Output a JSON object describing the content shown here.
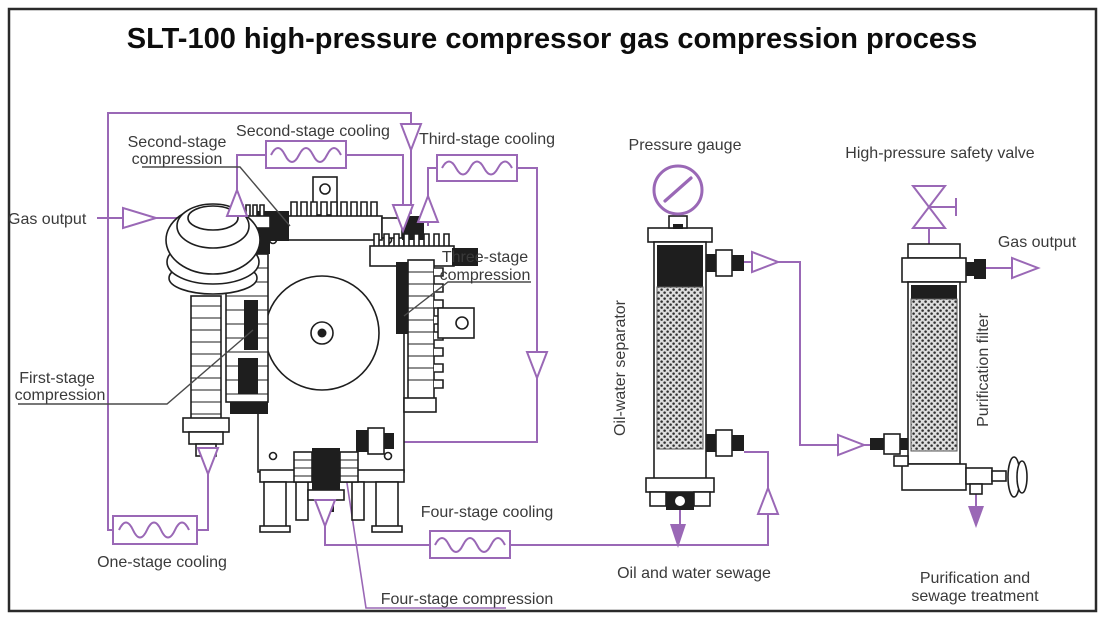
{
  "title": "SLT-100 high-pressure compressor gas compression process",
  "labels": {
    "gas_output_left": "Gas output",
    "second_stage_compression_l1": "Second-stage",
    "second_stage_compression_l2": "compression",
    "second_stage_cooling": "Second-stage cooling",
    "third_stage_cooling": "Third-stage cooling",
    "three_stage_compression_l1": "Three-stage",
    "three_stage_compression_l2": "compression",
    "first_stage_compression_l1": "First-stage",
    "first_stage_compression_l2": "compression",
    "one_stage_cooling": "One-stage cooling",
    "four_stage_cooling": "Four-stage cooling",
    "four_stage_compression": "Four-stage compression",
    "pressure_gauge": "Pressure gauge",
    "oil_water_separator": "Oil-water separator",
    "oil_and_water_sewage": "Oil and water sewage",
    "high_pressure_safety_valve": "High-pressure safety valve",
    "gas_output_right": "Gas output",
    "purification_filter": "Purification filter",
    "purification_sewage_l1": "Purification and",
    "purification_sewage_l2": "sewage treatment"
  },
  "colors": {
    "pipe": "#9a68b6",
    "machine": "#1e1e1e",
    "label": "#3a3a3a"
  }
}
